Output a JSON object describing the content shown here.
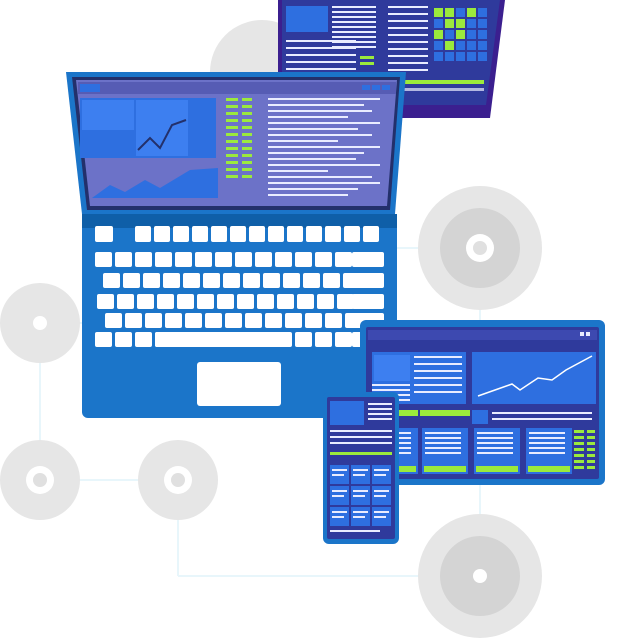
{
  "illustration": {
    "subject": "multi-device-responsive-screens",
    "devices": [
      "laptop",
      "monitor",
      "tablet",
      "phone"
    ],
    "colors": {
      "background": "#ffffff",
      "node_outer": "#e6e6e6",
      "node_inner": "#d4d4d4",
      "node_center": "#ffffff",
      "connector": "#e8f6fb",
      "device_body": "#1b75c9",
      "device_body_dark": "#0f5fa8",
      "screen_bg": "#6c72c8",
      "screen_bezel": "#23306b",
      "panel_blue": "#2e6fe0",
      "accent_green": "#9bea3c",
      "text_lines": "#e9ecff",
      "key_white": "#ffffff",
      "monitor_screen": "#2f3a9c",
      "monitor_frame": "#3b1f8f"
    }
  }
}
